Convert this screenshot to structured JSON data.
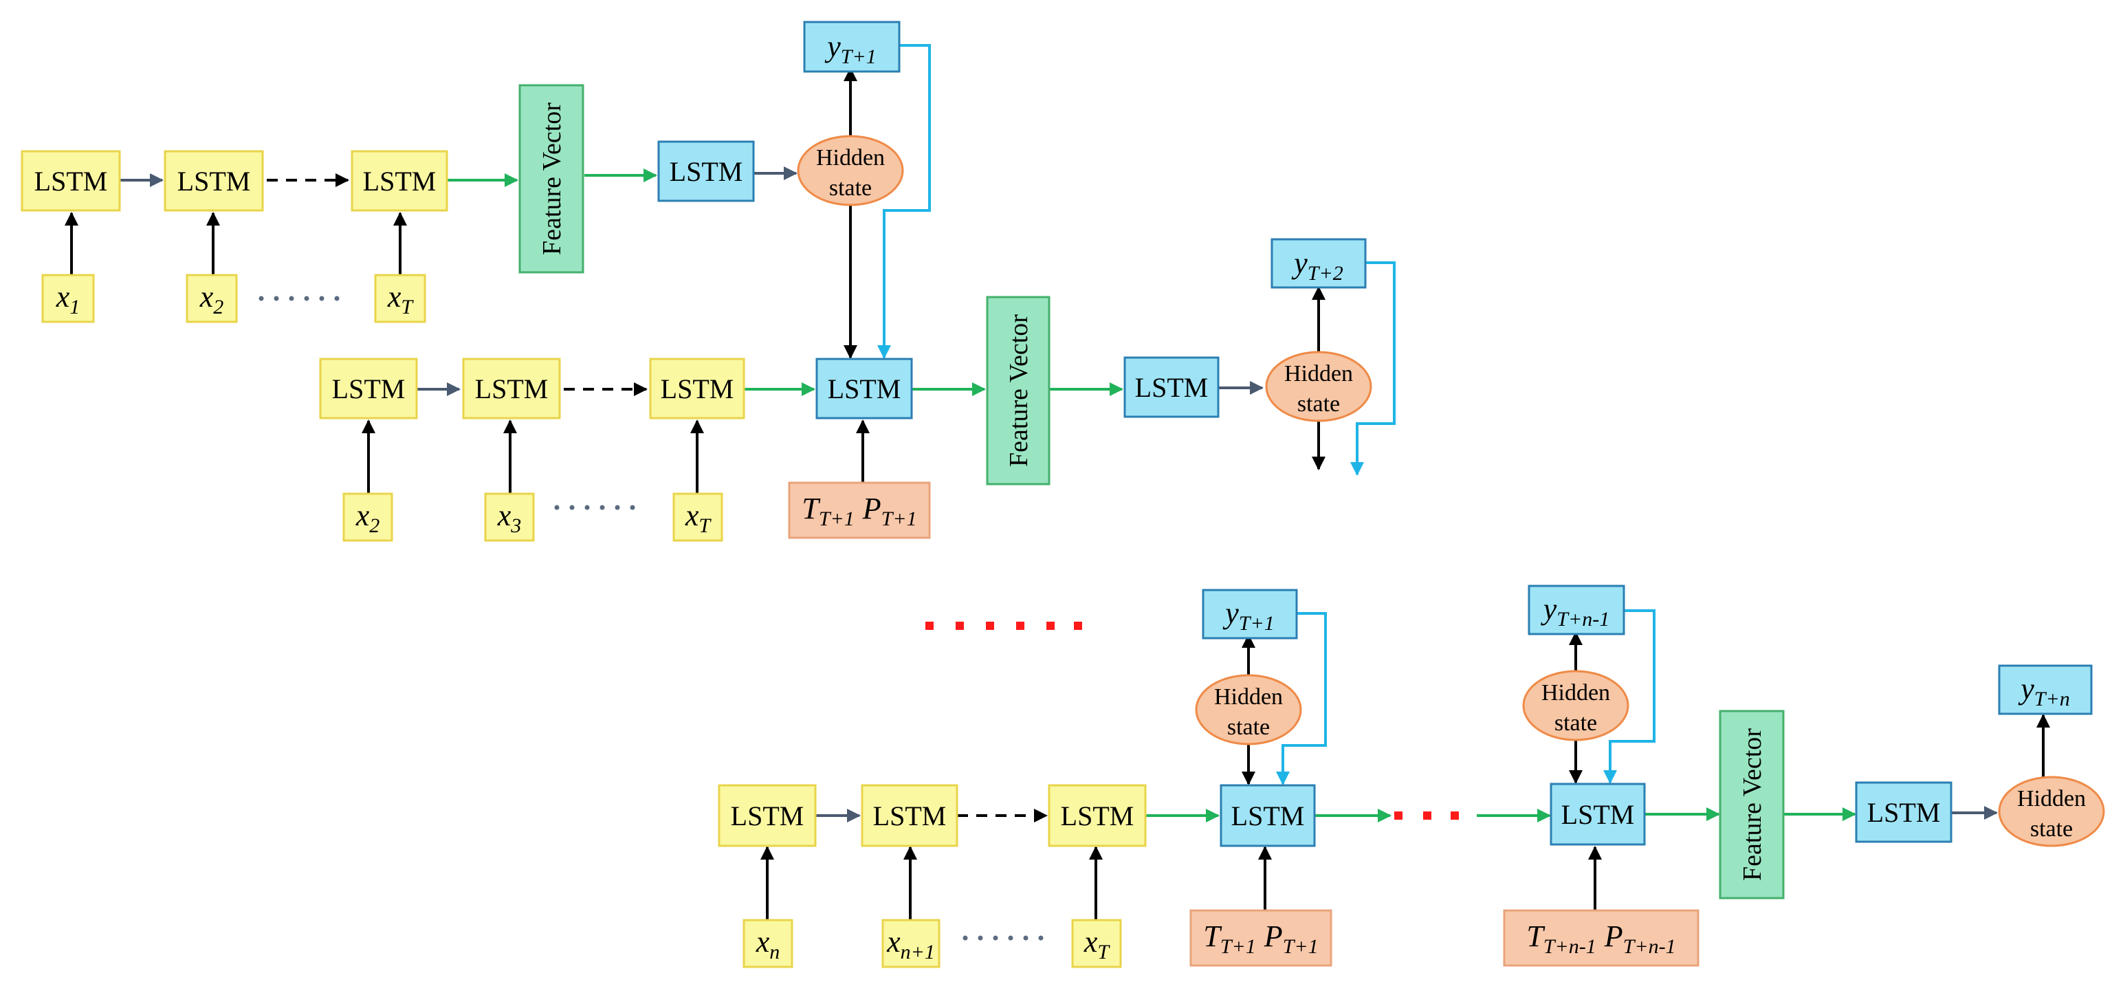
{
  "colors": {
    "lstm_encoder_fill": "#fbf8a2",
    "lstm_encoder_border": "#e9d44a",
    "lstm_decoder_fill": "#9fe4f6",
    "lstm_decoder_border": "#2b7fb3",
    "feature_fill": "#99e5c2",
    "feature_border": "#45b06c",
    "hidden_fill": "#f7c6a4",
    "hidden_border": "#ef8a47",
    "tp_fill": "#f8c8ab",
    "tp_border": "#e9a37b",
    "arrow_green": "#21b25a",
    "arrow_gray": "#4a5a70",
    "arrow_cyan": "#1fb4e6",
    "arrow_black": "#000000",
    "dots_red": "#ff1a1a",
    "dots_gray": "#5a6a80"
  },
  "labels": {
    "lstm": "LSTM",
    "feature_vector": "Feature Vector",
    "hidden_line1": "Hidden",
    "hidden_line2": "state"
  },
  "variables": {
    "x1": {
      "base": "x",
      "sub": "1"
    },
    "x2": {
      "base": "x",
      "sub": "2"
    },
    "x3": {
      "base": "x",
      "sub": "3"
    },
    "xT": {
      "base": "x",
      "sub": "T"
    },
    "xn": {
      "base": "x",
      "sub": "n"
    },
    "xn1": {
      "base": "x",
      "sub": "n+1"
    },
    "yT1": {
      "base": "y",
      "sub": "T+1"
    },
    "yT2": {
      "base": "y",
      "sub": "T+2"
    },
    "yTn1": {
      "base": "y",
      "sub": "T+n-1"
    },
    "yTn": {
      "base": "y",
      "sub": "T+n"
    },
    "tp1": {
      "t_base": "T",
      "t_sub": "T+1",
      "p_base": "P",
      "p_sub": "T+1"
    },
    "tpn1": {
      "t_base": "T",
      "t_sub": "T+n-1",
      "p_base": "P",
      "p_sub": "T+n-1"
    }
  }
}
